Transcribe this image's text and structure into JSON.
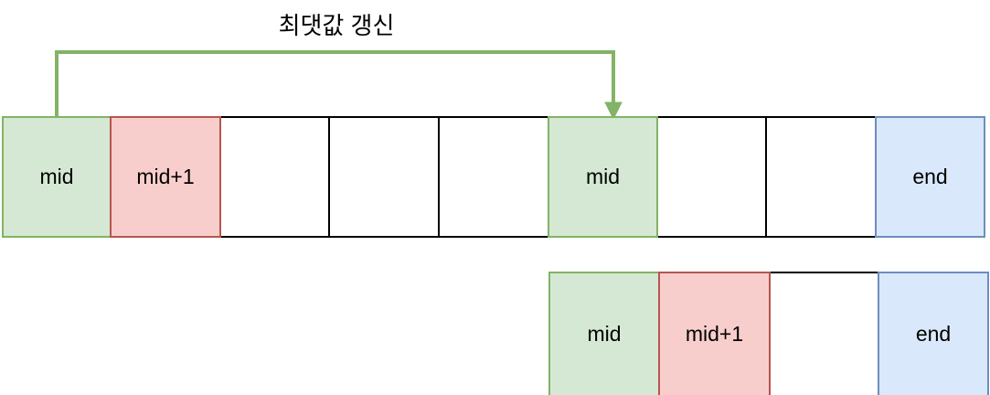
{
  "diagram": {
    "title": "최댓값 갱신",
    "annotation": {
      "label": "최댓값 갱신",
      "color": "#82b366",
      "from_label": "mid",
      "to_label": "mid"
    },
    "colors": {
      "green_fill": "#d5e8d4",
      "green_stroke": "#82b366",
      "red_fill": "#f8cecc",
      "red_stroke": "#b85450",
      "blue_fill": "#dae8fc",
      "blue_stroke": "#6c8ebf",
      "plain_fill": "#ffffff",
      "plain_stroke": "#000000",
      "text": "#000000"
    },
    "rows": [
      {
        "name": "top-array",
        "cells": [
          {
            "label": "mid",
            "style": "green",
            "width": 120
          },
          {
            "label": "mid+1",
            "style": "red",
            "width": 122
          },
          {
            "label": "",
            "style": "plain",
            "width": 121
          },
          {
            "label": "",
            "style": "plain",
            "width": 122
          },
          {
            "label": "",
            "style": "plain",
            "width": 122
          },
          {
            "label": "mid",
            "style": "green",
            "width": 121
          },
          {
            "label": "",
            "style": "plain",
            "width": 121
          },
          {
            "label": "",
            "style": "plain",
            "width": 122
          },
          {
            "label": "end",
            "style": "blue",
            "width": 121
          }
        ]
      },
      {
        "name": "bottom-array",
        "cells": [
          {
            "label": "mid",
            "style": "green",
            "width": 122
          },
          {
            "label": "mid+1",
            "style": "red",
            "width": 123
          },
          {
            "label": "",
            "style": "plain",
            "width": 121
          },
          {
            "label": "end",
            "style": "blue",
            "width": 122
          }
        ]
      }
    ]
  }
}
